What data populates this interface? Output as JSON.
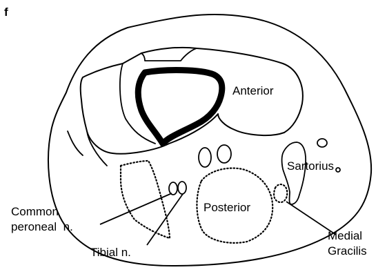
{
  "figure": {
    "panel_letter": "f",
    "labels": {
      "anterior": "Anterior",
      "posterior": "Posterior",
      "sartorius": "Sartorius",
      "common_peroneal_line1": "Common",
      "common_peroneal_line2": "peroneal  n.",
      "tibial": "Tibial n.",
      "medial": "Medial",
      "gracilis": "Gracilis"
    }
  }
}
